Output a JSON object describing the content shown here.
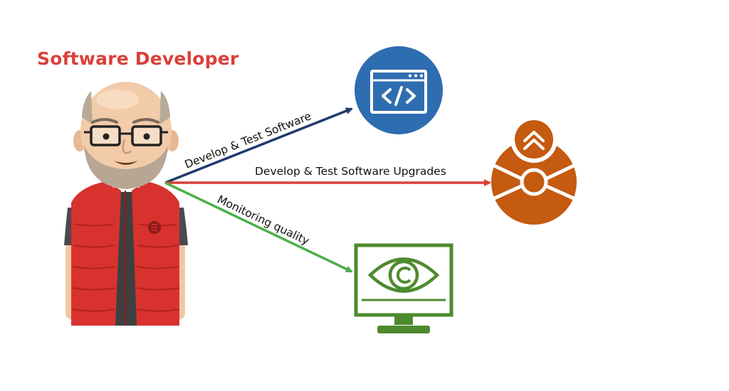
{
  "title": "Software Developer",
  "arrows": {
    "develop_test": "Develop & Test Software",
    "upgrades": "Develop & Test Software Upgrades",
    "monitoring": "Monitoring quality"
  },
  "icons": {
    "code": "code-window-icon",
    "upgrade": "upgrade-icon",
    "monitor": "monitor-eye-icon",
    "developer": "developer-avatar"
  },
  "colors": {
    "title": "#d9403a",
    "arrow_top": "#1f3a6e",
    "arrow_middle": "#d9403a",
    "arrow_bottom": "#4caf4a",
    "code_icon": "#2f6db1",
    "upgrade_icon": "#c55a11",
    "monitor_icon": "#4e8a2e"
  }
}
